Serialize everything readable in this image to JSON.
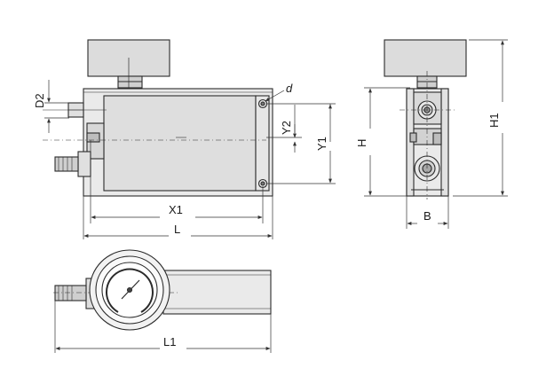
{
  "drawing": {
    "dimension_labels": {
      "d2": "D2",
      "d": "d",
      "y2": "Y2",
      "y1": "Y1",
      "x1": "X1",
      "l": "L",
      "l1": "L1",
      "h": "H",
      "h1": "H1",
      "b": "B"
    },
    "colors": {
      "outline": "#2b2b2b",
      "body_fill": "#ececec",
      "panel_fill": "#dedede",
      "gauge_fill": "#f3f3f3",
      "dimension_line": "#333333"
    }
  }
}
